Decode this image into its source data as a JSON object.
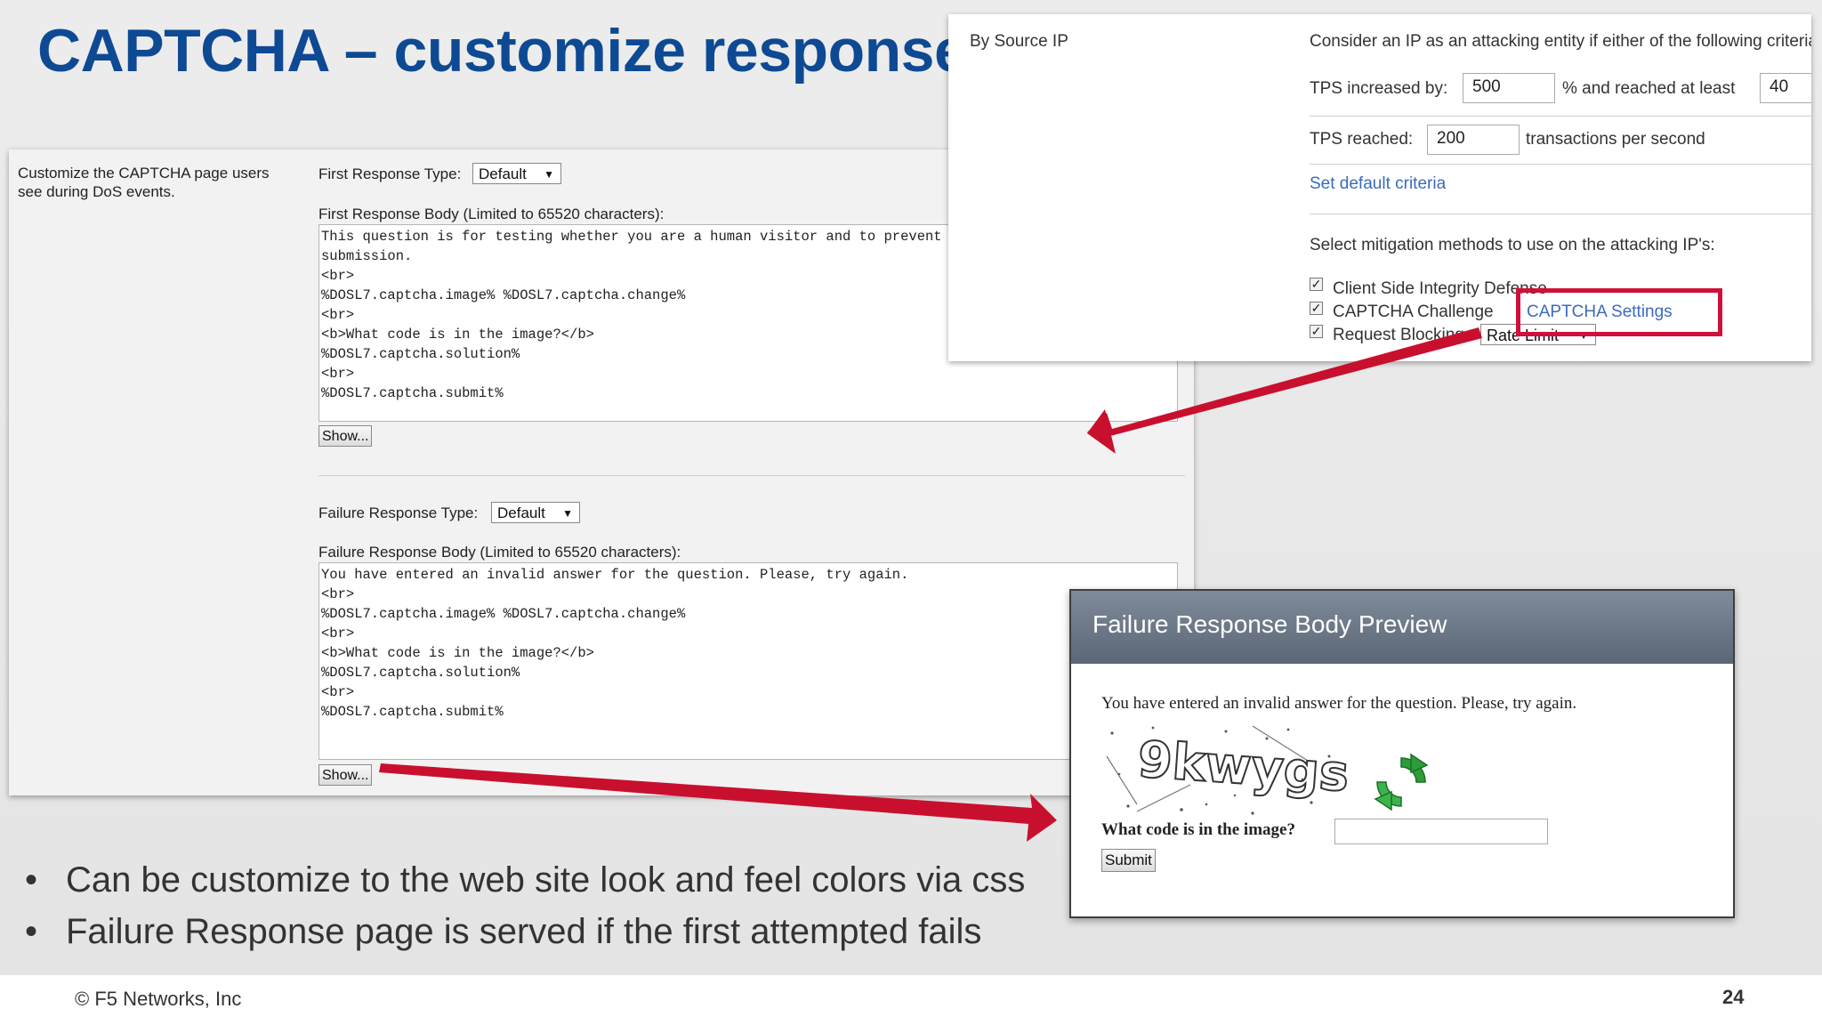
{
  "slide": {
    "title": "CAPTCHA – customize response",
    "copyright": "© F5 Networks, Inc",
    "page_number": "24",
    "bullets": [
      "Can be customize to the web site look and feel colors via css",
      "Failure Response page is served if the first attempted fails"
    ]
  },
  "captcha_config": {
    "description": "Customize the CAPTCHA page users see during DoS events.",
    "first_response_type_label": "First Response Type:",
    "first_response_type_value": "Default",
    "first_response_body_label": "First Response Body (Limited to 65520 characters):",
    "first_response_body": "This question is for testing whether you are a human visitor and to prevent automated spam\nsubmission.\n<br>\n%DOSL7.captcha.image% %DOSL7.captcha.change%\n<br>\n<b>What code is in the image?</b>\n%DOSL7.captcha.solution%\n<br>\n%DOSL7.captcha.submit%",
    "first_show_button": "Show...",
    "failure_response_type_label": "Failure Response Type:",
    "failure_response_type_value": "Default",
    "failure_response_body_label": "Failure Response Body (Limited to 65520 characters):",
    "failure_response_body": "You have entered an invalid answer for the question. Please, try again.\n<br>\n%DOSL7.captcha.image% %DOSL7.captcha.change%\n<br>\n<b>What code is in the image?</b>\n%DOSL7.captcha.solution%\n<br>\n%DOSL7.captcha.submit%",
    "failure_show_button": "Show..."
  },
  "attack_criteria": {
    "section_label": "By Source IP",
    "intro": "Consider an IP as an attacking entity if either of the following criteria is met:",
    "tps_increased_label": "TPS increased by:",
    "tps_increased_value": "500",
    "reached_at_least_label": "% and reached at least",
    "reached_at_least_value": "40",
    "tps_reached_label": "TPS reached:",
    "tps_reached_value": "200",
    "tps_reached_suffix": "transactions per second",
    "default_criteria_link": "Set default criteria",
    "mitigation_label": "Select mitigation methods to use on the attacking IP's:",
    "methods": [
      {
        "label": "Client Side Integrity Defense",
        "checked": true
      },
      {
        "label": "CAPTCHA Challenge",
        "checked": true
      },
      {
        "label": "Request Blocking",
        "checked": true
      }
    ],
    "captcha_settings_link": "CAPTCHA Settings",
    "rate_limit_select": "Rate Limit"
  },
  "preview": {
    "title": "Failure Response Body Preview",
    "message": "You have entered an invalid answer for the question. Please, try again.",
    "captcha_text": "9kwygs",
    "question": "What code is in the image?",
    "answer_value": "",
    "submit_label": "Submit"
  },
  "colors": {
    "title_blue": "#0e4a93",
    "highlight_red": "#d0103a",
    "link_blue": "#3c6bbd"
  },
  "icons": [
    "checkbox-checked-icon",
    "select-arrow-icon",
    "captcha-refresh-icon",
    "annotation-arrow"
  ]
}
